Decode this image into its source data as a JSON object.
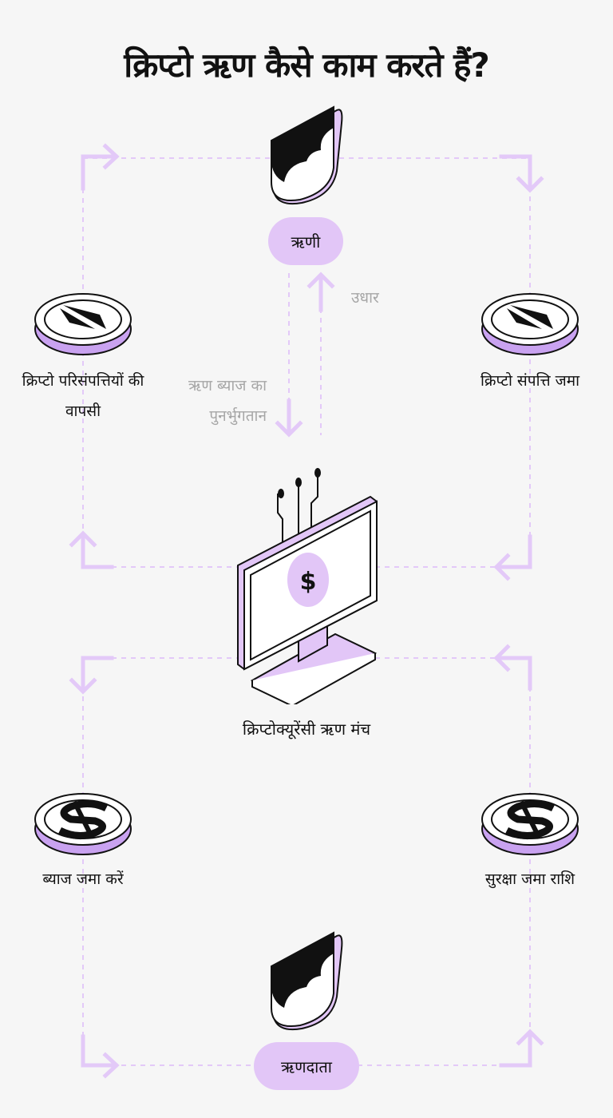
{
  "title": "क्रिप्टो ऋण कैसे काम करते हैं?",
  "nodes": {
    "borrower": "ऋणी",
    "lender": "ऋणदाता",
    "platform": "क्रिप्टोक्यूरेंसी ऋण मंच"
  },
  "labels": {
    "return_assets": "क्रिप्टो परिसंपत्तियों की वापसी",
    "deposit_assets": "क्रिप्टो संपत्ति जमा",
    "deposit_interest": "ब्याज जमा करें",
    "security_deposit": "सुरक्षा जमा राशि"
  },
  "flows": {
    "loan": "उधार",
    "repayment": "ऋण ब्याज का पुनर्भुगतान"
  },
  "colors": {
    "accent": "#e2c6f7",
    "accent_dark": "#c9a2f0",
    "line": "#e3c9f8",
    "background": "#f6f6f6",
    "muted_text": "#a6a6a6"
  },
  "icons": {
    "person": "person-avatar-icon",
    "crypto_coin": "ethereum-coin-icon",
    "dollar_coin": "dollar-coin-icon",
    "monitor": "monitor-dollar-icon"
  }
}
